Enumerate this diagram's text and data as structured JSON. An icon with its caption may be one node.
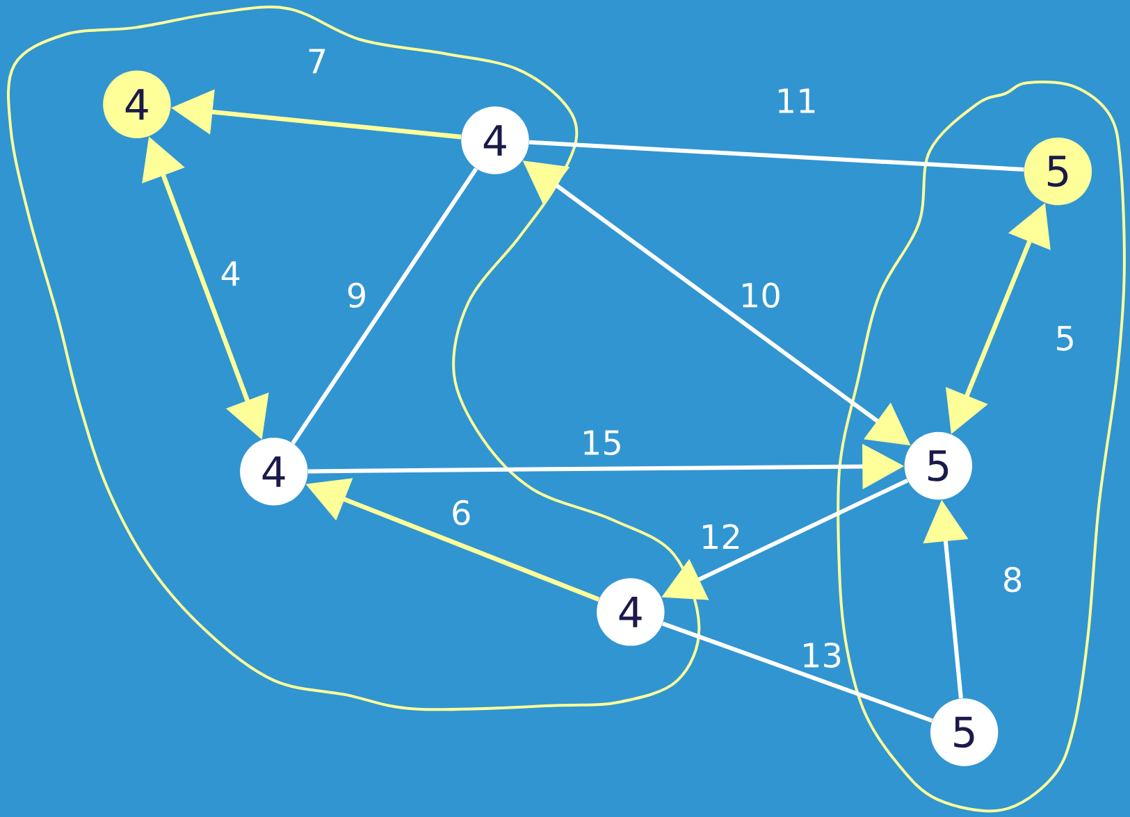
{
  "diagram": {
    "nodes": [
      {
        "text": [
          "4"
        ]
      },
      {
        "text": [
          "4"
        ]
      },
      {
        "text": [
          "5"
        ]
      },
      {
        "text": [
          "4"
        ]
      },
      {
        "text": [
          "5"
        ]
      },
      {
        "text": [
          "4"
        ]
      },
      {
        "text": [
          "5"
        ]
      }
    ],
    "edges": [
      {
        "from": 1,
        "to": 0,
        "arrow": "to",
        "label": "7",
        "color": "#ffff99"
      },
      {
        "from": 1,
        "to": 2,
        "arrow": "none",
        "label": "11"
      },
      {
        "from": 0,
        "to": 3,
        "arrow": "both",
        "label": "4",
        "color": "#ffff99"
      },
      {
        "from": 3,
        "to": 1,
        "arrow": "none",
        "label": "9"
      },
      {
        "from": 1,
        "to": 4,
        "arrow": "both",
        "label": "10"
      },
      {
        "from": 3,
        "to": 4,
        "arrow": "to",
        "label": "15"
      },
      {
        "from": 2,
        "to": 4,
        "arrow": "both",
        "label": "5",
        "color": "#ffff99"
      },
      {
        "from": 5,
        "to": 3,
        "arrow": "to",
        "label": "6",
        "color": "#ffff99"
      },
      {
        "from": 4,
        "to": 5,
        "arrow": "to",
        "label": "12"
      },
      {
        "from": 6,
        "to": 4,
        "arrow": "to",
        "label": "8"
      },
      {
        "from": 5,
        "to": 6,
        "arrow": "none",
        "label": "13"
      }
    ]
  }
}
